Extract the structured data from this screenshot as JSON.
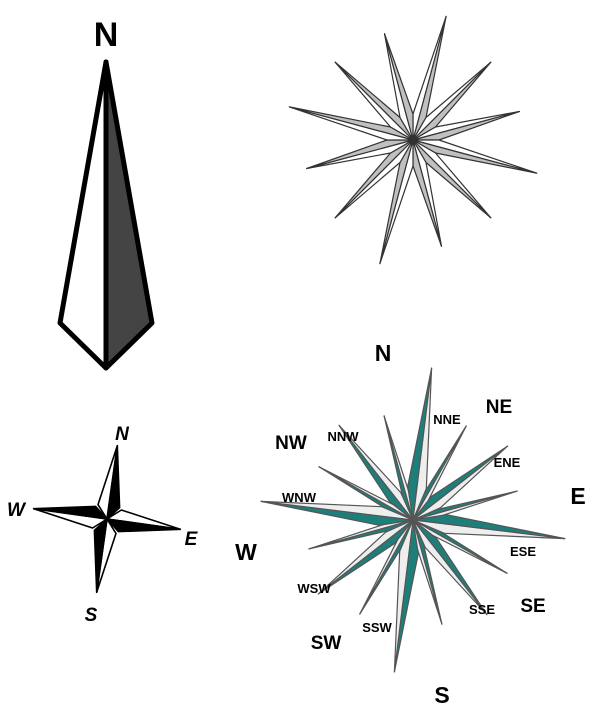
{
  "north_arrow": {
    "north_label": "N",
    "colors": {
      "light": "#ffffff",
      "dark": "#444444",
      "outline": "#000000"
    }
  },
  "star_compass": {
    "colors": {
      "light": "#ffffff",
      "dark": "#c0c0c0",
      "outline": "#333333"
    }
  },
  "simple_compass": {
    "labels": {
      "n": "N",
      "e": "E",
      "s": "S",
      "w": "W"
    },
    "colors": {
      "light": "#ffffff",
      "dark": "#000000"
    }
  },
  "compass_rose": {
    "cardinal": {
      "n": "N",
      "e": "E",
      "s": "S",
      "w": "W"
    },
    "intercardinal": {
      "ne": "NE",
      "se": "SE",
      "sw": "SW",
      "nw": "NW"
    },
    "secondary": {
      "nne": "NNE",
      "ene": "ENE",
      "ese": "ESE",
      "sse": "SSE",
      "ssw": "SSW",
      "wsw": "WSW",
      "wnw": "WNW",
      "nnw": "NNW"
    },
    "colors": {
      "light": "#eeeeee",
      "dark": "#1e7f7a",
      "outline": "#555555"
    }
  }
}
